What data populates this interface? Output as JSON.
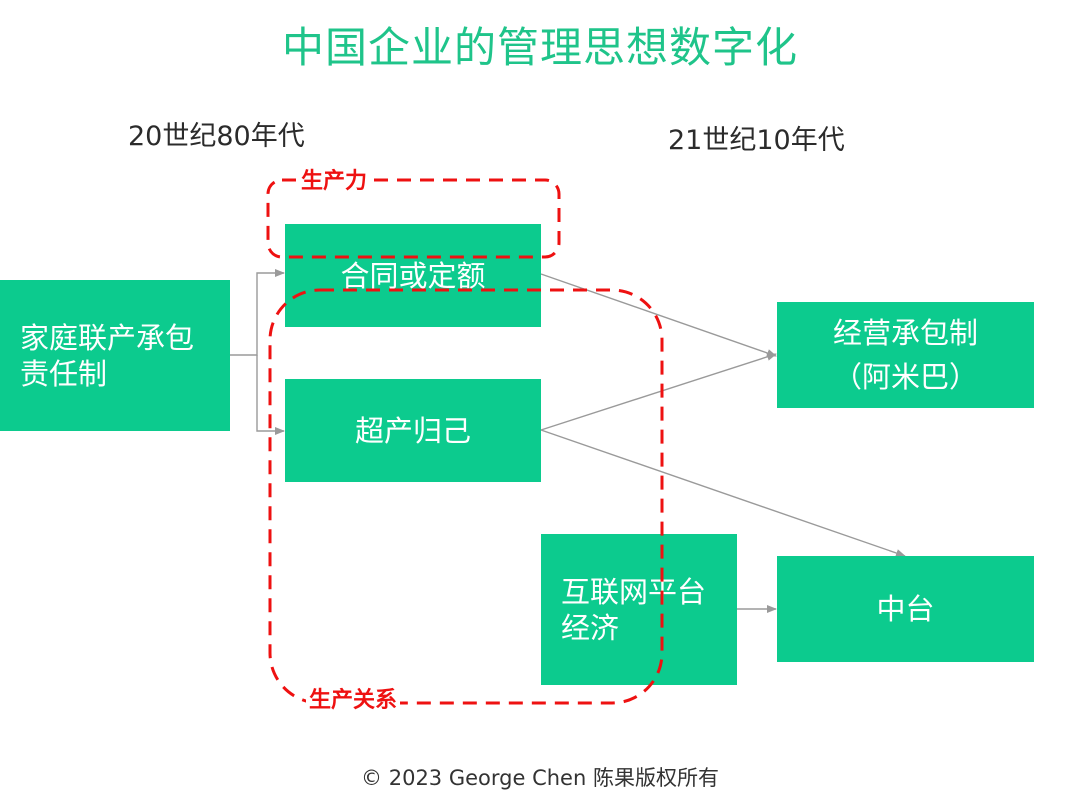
{
  "title": "中国企业的管理思想数字化",
  "eras": {
    "left": "20世纪80年代",
    "right": "21世纪10年代"
  },
  "boxes": {
    "household": [
      "家庭联产承包",
      "责任制"
    ],
    "contract": "合同或定额",
    "surplus": "超产归己",
    "amoeba": [
      "经营承包制",
      "（阿米巴）"
    ],
    "platform": [
      "互联网平台",
      "经济"
    ],
    "middle_platform": "中台"
  },
  "groups": {
    "productivity": "生产力",
    "relations": "生产关系"
  },
  "footer": "© 2023 George Chen 陈果版权所有",
  "colors": {
    "title": "#1fc48a",
    "box": "#0ccb8e",
    "dash": "#ee1111",
    "connector": "#9a9a9a"
  }
}
